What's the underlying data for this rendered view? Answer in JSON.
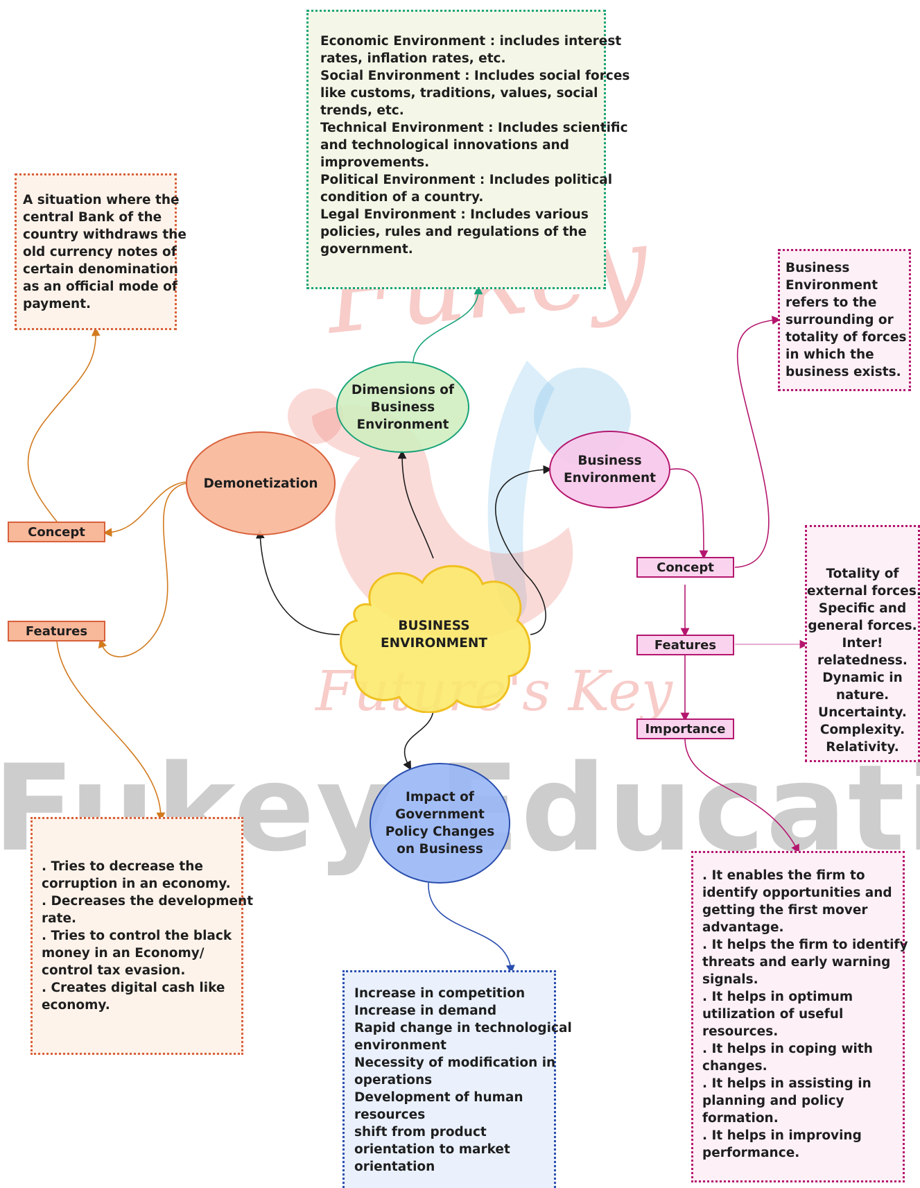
{
  "watermark": {
    "main_text": "Fukey Education",
    "script_top": "Fukey",
    "script_bottom": "Future's Key"
  },
  "center": {
    "lines": [
      "BUSINESS",
      "ENVIRONMENT"
    ]
  },
  "dimensions": {
    "node_lines": [
      "Dimensions of",
      "Business",
      "Environment"
    ],
    "detail_lines": [
      " Economic Environment : includes interest",
      "rates, inflation rates, etc.",
      "Social Environment : Includes social forces",
      "like customs, traditions, values, social",
      "trends, etc.",
      "Technical Environment : Includes scientific",
      "and technological innovations and",
      "improvements.",
      "Political Environment : Includes political",
      "condition of a country.",
      "Legal Environment : Includes various",
      "policies, rules and regulations of the",
      "government."
    ]
  },
  "demonetization": {
    "node_label": "Demonetization",
    "concept_label": "Concept",
    "features_label": "Features",
    "concept_lines": [
      " A situation where the",
      "central Bank of the",
      "country withdraws the",
      "old currency notes of",
      "certain denomination",
      "as an official mode of",
      "payment."
    ],
    "features_lines": [
      ". Tries to decrease the",
      "corruption in an economy.",
      ". Decreases the development",
      "rate.",
      ". Tries to control the black",
      "money in an Economy/",
      "control tax evasion.",
      ". Creates digital cash like",
      "economy."
    ]
  },
  "business_env": {
    "node_lines": [
      "Business",
      "Environment"
    ],
    "concept_label": "Concept",
    "features_label": "Features",
    "importance_label": "Importance",
    "concept_lines": [
      "Business",
      "Environment",
      "refers to the",
      "surrounding or",
      "totality of forces",
      "in which the",
      "business exists."
    ],
    "features_lines": [
      "Totality of",
      "external forces.",
      "Specific and",
      "general forces.",
      "Inter!",
      "relatedness.",
      "Dynamic in",
      "nature.",
      "Uncertainty.",
      "Complexity.",
      "Relativity."
    ],
    "importance_lines": [
      ". It enables the firm to",
      "identify opportunities and",
      "getting the first mover",
      "advantage.",
      ". It helps the firm to identify",
      "threats and early warning",
      "signals.",
      "  . It helps in optimum",
      "utilization of useful",
      "resources.",
      ". It helps in coping with",
      "changes.",
      "  . It helps in assisting in",
      "planning and policy",
      "formation.",
      ". It helps in improving",
      "performance."
    ]
  },
  "impact": {
    "node_lines": [
      "Impact of",
      "Government",
      "Policy Changes",
      "on   Business"
    ],
    "detail_lines": [
      "Increase in competition",
      "Increase in demand",
      "Rapid change in technological",
      "environment",
      "Necessity of modification in",
      "operations",
      "Development of human",
      "resources",
      "shift from product",
      "orientation to market",
      "orientation"
    ]
  },
  "colors": {
    "orange_border": "#d8603a",
    "orange_fill": "#fdf3ea",
    "orange_node": "#f8b89a",
    "orange_line": "#d27a1e",
    "green_border": "#1aa37a",
    "green_fill": "#f4f7e7",
    "green_node": "#cfeebf",
    "magenta": "#b4166e",
    "pink_fill": "#fdf0f7",
    "pink_node": "#f7c8ea",
    "tag_pink": "#fad3ee",
    "blue_border": "#2a4eae",
    "blue_fill": "#eaf1fd",
    "blue_node": "#9bb8f6",
    "cloud_fill": "#fbe96a",
    "cloud_stroke": "#f0c020"
  }
}
